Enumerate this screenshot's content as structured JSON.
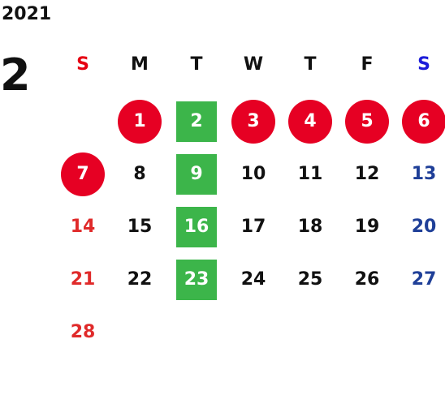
{
  "calendar": {
    "year": "2021",
    "month": "2",
    "weekday_headers": [
      "S",
      "M",
      "T",
      "W",
      "T",
      "F",
      "S"
    ],
    "colors": {
      "sunday_header": "#e60012",
      "saturday_header": "#1c1cd9",
      "sunday_day": "#e02a2a",
      "saturday_day": "#1f3f98",
      "holiday_circle": "#e60023",
      "green_highlight": "#3cb54a"
    },
    "weeks": [
      [
        "",
        "1",
        "2",
        "3",
        "4",
        "5",
        "6"
      ],
      [
        "7",
        "8",
        "9",
        "10",
        "11",
        "12",
        "13"
      ],
      [
        "14",
        "15",
        "16",
        "17",
        "18",
        "19",
        "20"
      ],
      [
        "21",
        "22",
        "23",
        "24",
        "25",
        "26",
        "27"
      ],
      [
        "28",
        "",
        "",
        "",
        "",
        "",
        ""
      ]
    ]
  }
}
